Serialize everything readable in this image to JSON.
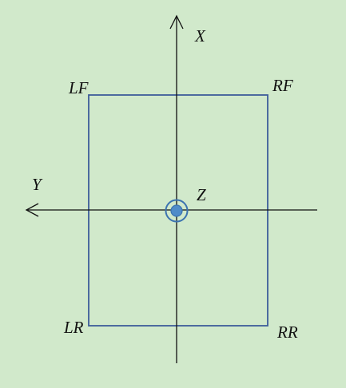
{
  "diagram": {
    "axes": {
      "x_label": "X",
      "y_label": "Y",
      "z_label": "Z"
    },
    "corners": {
      "left_front": "LF",
      "right_front": "RF",
      "left_rear": "LR",
      "right_rear": "RR"
    },
    "colors": {
      "background": "#d1e9cb",
      "rectangle_stroke": "#3d5d9a",
      "axis_stroke": "#111111",
      "z_marker_fill": "#4f8cc9",
      "z_marker_ring": "#3b73b0"
    }
  }
}
